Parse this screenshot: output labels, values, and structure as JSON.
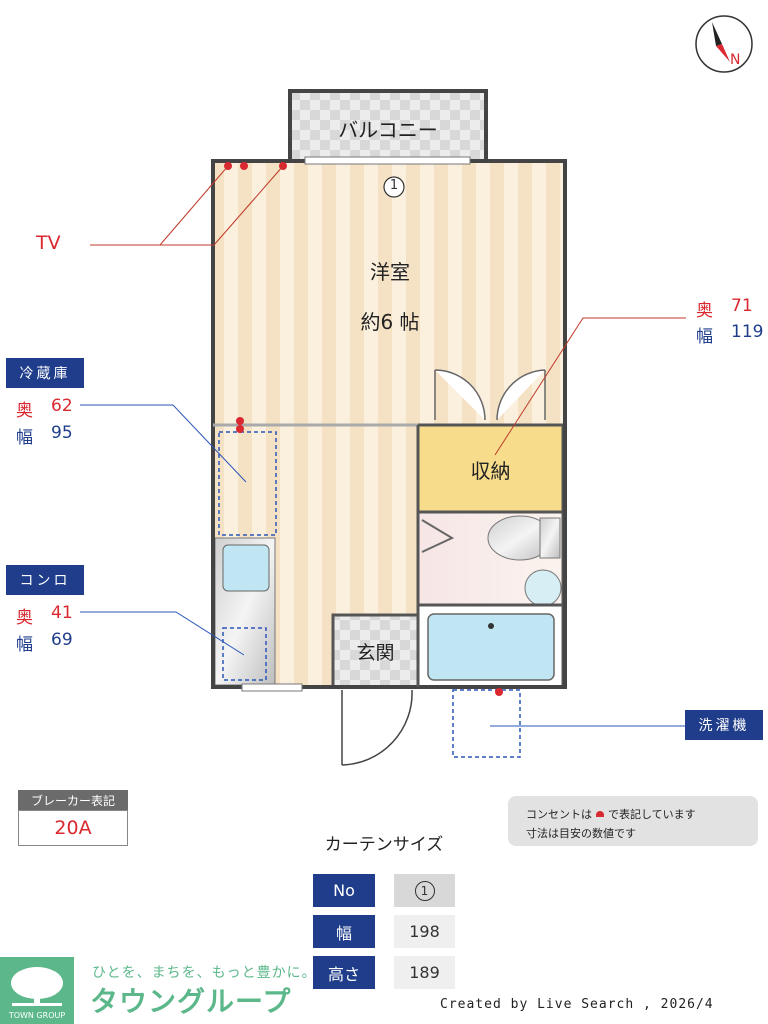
{
  "compass": {
    "north_label": "N"
  },
  "rooms": {
    "balcony": "バルコニー",
    "western_room": "洋室",
    "western_room_size": "約6 帖",
    "storage": "収納",
    "entrance": "玄関",
    "curtain_marker": "1"
  },
  "labels": {
    "tv": "TV",
    "fridge": "冷蔵庫",
    "stove": "コンロ",
    "washer": "洗濯機"
  },
  "dimensions": {
    "depth_label": "奥",
    "width_label": "幅",
    "fridge": {
      "depth": "62",
      "width": "95"
    },
    "stove": {
      "depth": "41",
      "width": "69"
    },
    "storage": {
      "depth": "71",
      "width": "119"
    }
  },
  "breaker": {
    "title": "ブレーカー表記",
    "value": "20A"
  },
  "notes": {
    "line1_pre": "コンセントは",
    "line1_post": "で表記しています",
    "line2": "寸法は目安の数値です"
  },
  "curtain": {
    "title": "カーテンサイズ",
    "header_no": "No",
    "header_width": "幅",
    "header_height": "高さ",
    "no": "1",
    "width": "198",
    "height": "189"
  },
  "footer": {
    "tagline": "ひとを、まちを、もっと豊かに。",
    "brand": "タウングループ",
    "logo_text": "TOWN GROUP",
    "credit": "Created by Live Search , 2026/4"
  },
  "colors": {
    "navy": "#1f3d8a",
    "red": "#d9282f",
    "storage": "#f7dc8c",
    "bath": "#bfe6f2",
    "brand_green": "#5cb88a"
  }
}
